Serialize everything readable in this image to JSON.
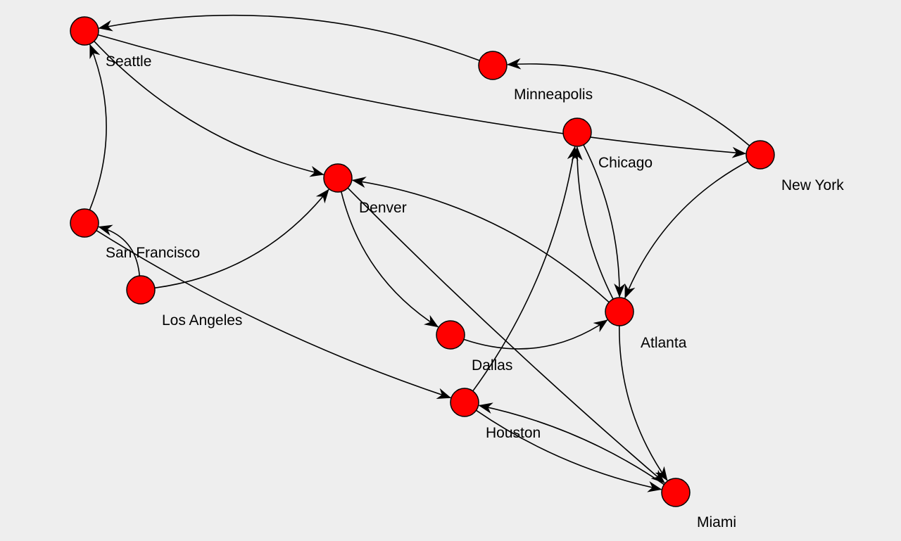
{
  "graph": {
    "node_color": "#ff0000",
    "edge_color": "#000000",
    "background": "#eeeeee",
    "nodes": [
      {
        "id": "seattle",
        "label": "Seattle"
      },
      {
        "id": "minneapolis",
        "label": "Minneapolis"
      },
      {
        "id": "chicago",
        "label": "Chicago"
      },
      {
        "id": "new_york",
        "label": "New York"
      },
      {
        "id": "denver",
        "label": "Denver"
      },
      {
        "id": "san_francisco",
        "label": "San Francisco"
      },
      {
        "id": "los_angeles",
        "label": "Los Angeles"
      },
      {
        "id": "dallas",
        "label": "Dallas"
      },
      {
        "id": "atlanta",
        "label": "Atlanta"
      },
      {
        "id": "houston",
        "label": "Houston"
      },
      {
        "id": "miami",
        "label": "Miami"
      }
    ],
    "edges": [
      {
        "from": "minneapolis",
        "to": "seattle"
      },
      {
        "from": "new_york",
        "to": "minneapolis"
      },
      {
        "from": "seattle",
        "to": "new_york"
      },
      {
        "from": "seattle",
        "to": "denver"
      },
      {
        "from": "san_francisco",
        "to": "seattle"
      },
      {
        "from": "los_angeles",
        "to": "san_francisco"
      },
      {
        "from": "los_angeles",
        "to": "denver"
      },
      {
        "from": "san_francisco",
        "to": "houston"
      },
      {
        "from": "denver",
        "to": "dallas"
      },
      {
        "from": "denver",
        "to": "miami"
      },
      {
        "from": "atlanta",
        "to": "denver"
      },
      {
        "from": "dallas",
        "to": "atlanta"
      },
      {
        "from": "houston",
        "to": "chicago"
      },
      {
        "from": "atlanta",
        "to": "chicago"
      },
      {
        "from": "chicago",
        "to": "atlanta"
      },
      {
        "from": "new_york",
        "to": "atlanta"
      },
      {
        "from": "atlanta",
        "to": "miami"
      },
      {
        "from": "houston",
        "to": "miami"
      },
      {
        "from": "miami",
        "to": "houston"
      }
    ]
  }
}
